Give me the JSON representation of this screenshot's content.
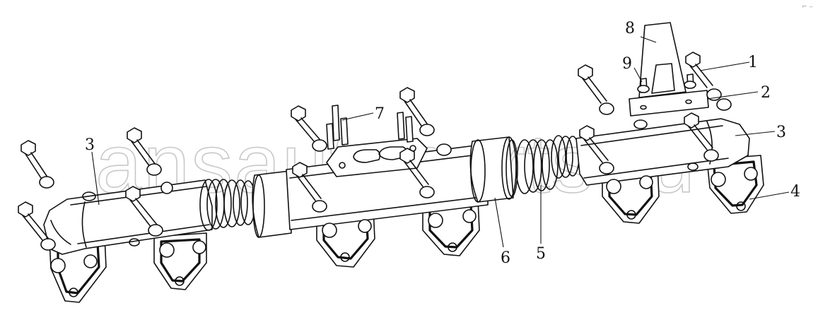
{
  "watermark": "ansautoparts.ru",
  "corner_mark": "⌐ ‒",
  "callouts": {
    "c1": "1",
    "c2": "2",
    "c3_left": "3",
    "c3_right": "3",
    "c4": "4",
    "c5": "5",
    "c6": "6",
    "c7": "7",
    "c8": "8",
    "c9": "9"
  }
}
